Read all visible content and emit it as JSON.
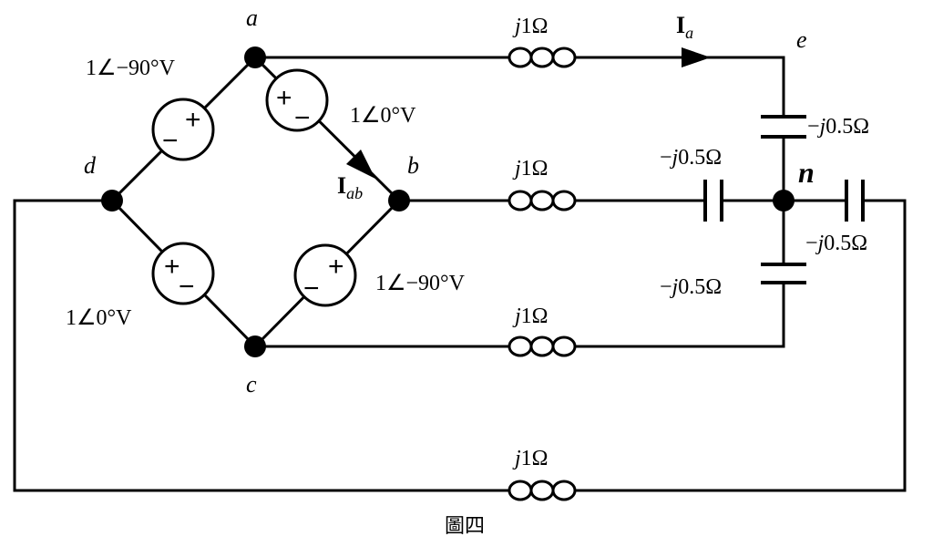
{
  "nodes": {
    "a": "a",
    "b": "b",
    "c": "c",
    "d": "d",
    "e": "e",
    "n": "n"
  },
  "sources": {
    "da": "1∠−90°V",
    "ab": "1∠0°V",
    "dc": "1∠0°V",
    "cb": "1∠−90°V"
  },
  "inductors": {
    "top": {
      "j": "j",
      "val": "1Ω"
    },
    "mid": {
      "j": "j",
      "val": "1Ω"
    },
    "low": {
      "j": "j",
      "val": "1Ω"
    },
    "bottom": {
      "j": "j",
      "val": "1Ω"
    }
  },
  "capacitors": {
    "en": {
      "pre": "−",
      "j": "j",
      "val": "0.5Ω"
    },
    "bn": {
      "pre": "−",
      "j": "j",
      "val": "0.5Ω"
    },
    "nr": {
      "pre": "−",
      "j": "j",
      "val": "0.5Ω"
    },
    "nc": {
      "pre": "−",
      "j": "j",
      "val": "0.5Ω"
    }
  },
  "currents": {
    "Ia": {
      "main": "I",
      "sub": "a"
    },
    "Iab": {
      "main": "I",
      "sub": "ab"
    }
  },
  "caption": "圖四"
}
